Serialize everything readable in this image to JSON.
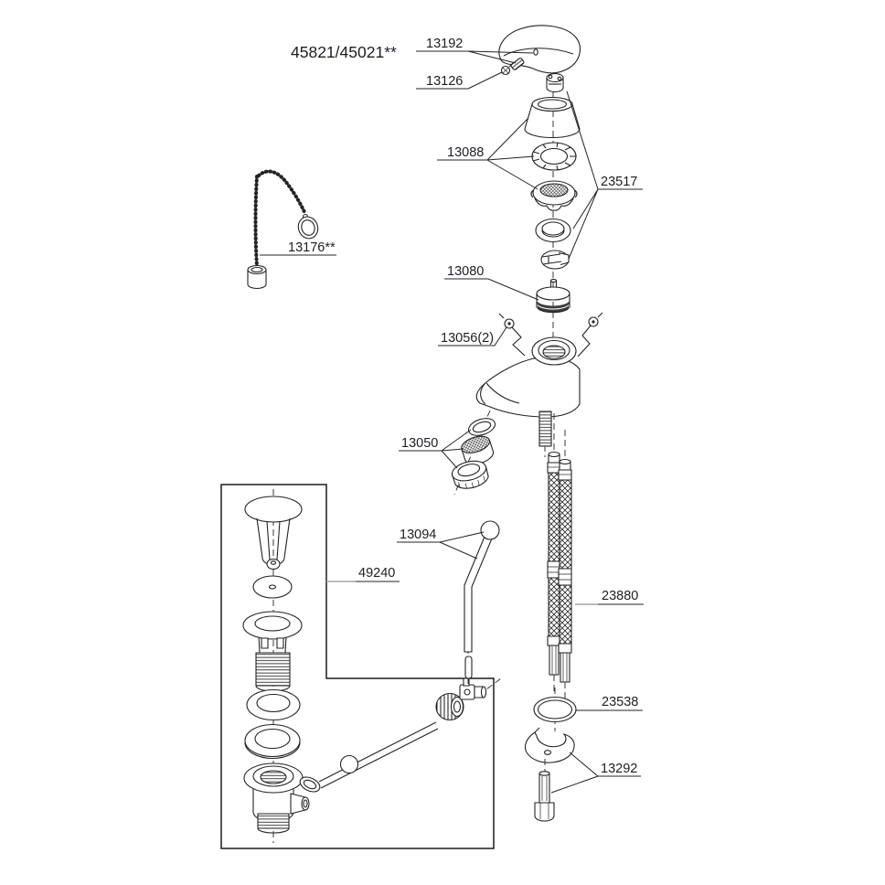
{
  "title": "45821/45021**",
  "part_labels": {
    "handle": "13192",
    "handle_screw": "13126",
    "shroud_set": "13088",
    "trim_set": "23517",
    "cartridge": "13080",
    "body_screws": "13056(2)",
    "plug_and_chain": "13176**",
    "aerator": "13050",
    "lift_lever": "13094",
    "popup_waste": "49240",
    "flexible_hoses": "23880",
    "o_ring": "23538",
    "fixing_kit": "13292"
  },
  "colors": {
    "background": "#ffffff",
    "line_art": "#232323",
    "label_text": "#1d1d26",
    "gray_leader": "#a6a6a6"
  }
}
